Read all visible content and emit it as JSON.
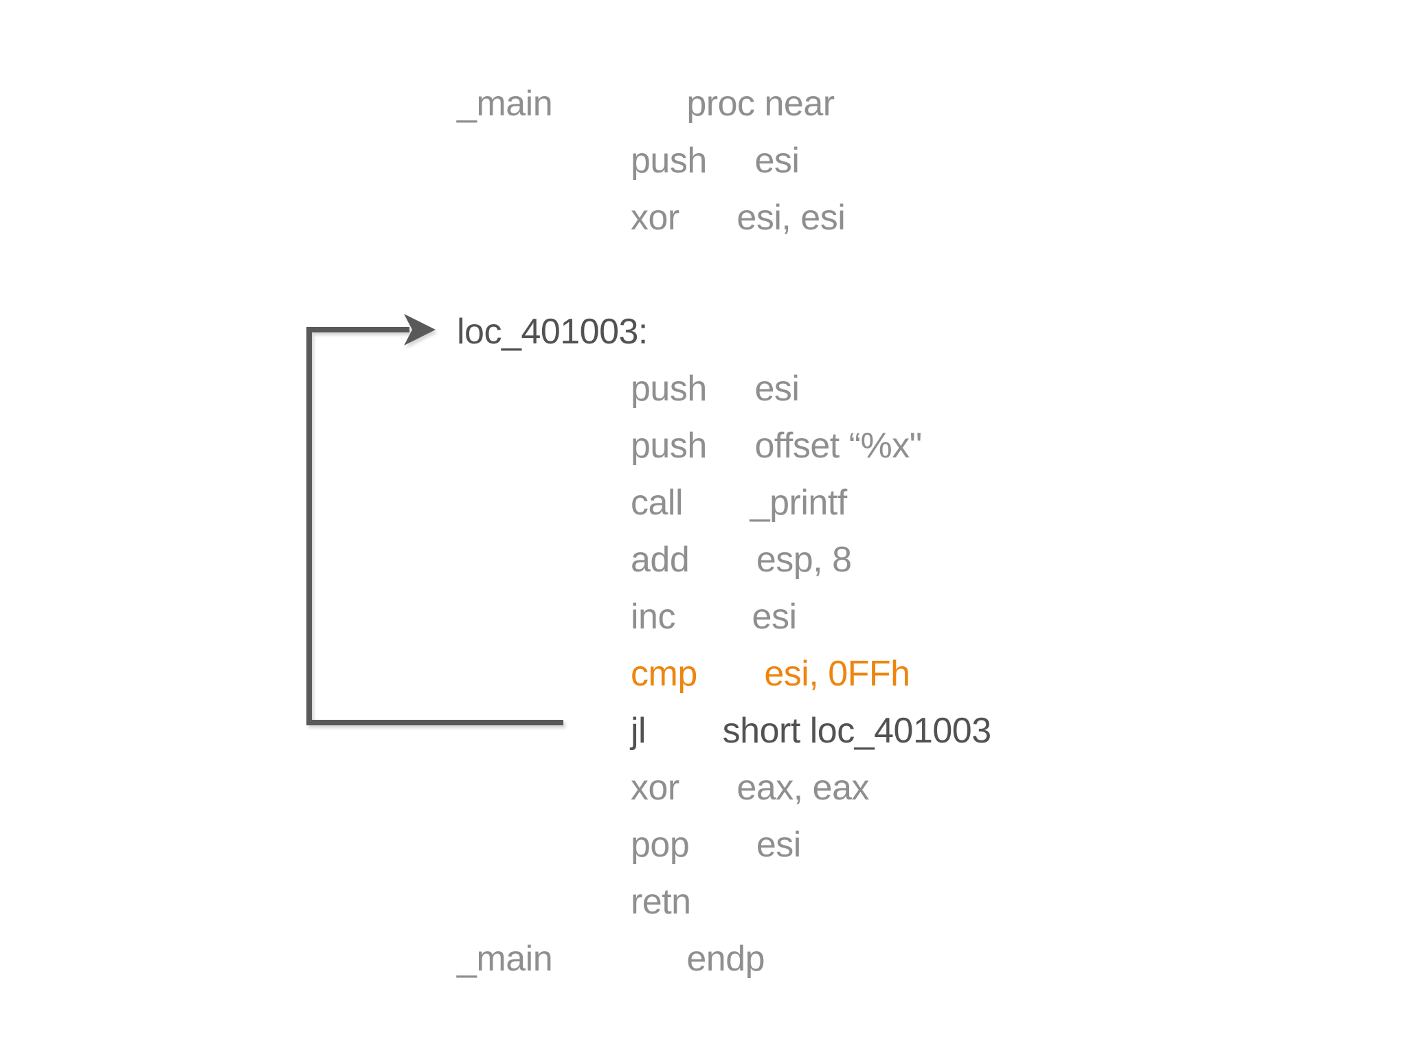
{
  "colors": {
    "bg": "#ffffff",
    "text_normal": "#8f8f8f",
    "text_emphasis": "#525252",
    "text_highlight": "#ed850e",
    "arrow": "#595959"
  },
  "listing": {
    "lines": [
      {
        "name": "line-main-proc",
        "indent": "label",
        "style": "normal",
        "text": "_main              proc near"
      },
      {
        "name": "line-push-esi-1",
        "indent": "instr",
        "style": "normal",
        "text": "push     esi"
      },
      {
        "name": "line-xor-esi",
        "indent": "instr",
        "style": "normal",
        "text": "xor      esi, esi"
      },
      {
        "name": "line-blank",
        "indent": "instr",
        "style": "normal",
        "text": ""
      },
      {
        "name": "line-loc-401003",
        "indent": "label",
        "style": "emphasis",
        "text": "loc_401003:"
      },
      {
        "name": "line-push-esi-2",
        "indent": "instr",
        "style": "normal",
        "text": "push     esi"
      },
      {
        "name": "line-push-offset",
        "indent": "instr",
        "style": "normal",
        "text": "push     offset “%x\""
      },
      {
        "name": "line-call-printf",
        "indent": "instr",
        "style": "normal",
        "text": "call       _printf"
      },
      {
        "name": "line-add-esp",
        "indent": "instr",
        "style": "normal",
        "text": "add       esp, 8"
      },
      {
        "name": "line-inc-esi",
        "indent": "instr",
        "style": "normal",
        "text": "inc        esi"
      },
      {
        "name": "line-cmp-esi",
        "indent": "instr",
        "style": "highlight",
        "text": "cmp       esi, 0FFh"
      },
      {
        "name": "line-jl-short",
        "indent": "instr",
        "style": "emphasis",
        "text": "jl        short loc_401003"
      },
      {
        "name": "line-xor-eax",
        "indent": "instr",
        "style": "normal",
        "text": "xor      eax, eax"
      },
      {
        "name": "line-pop-esi",
        "indent": "instr",
        "style": "normal",
        "text": "pop       esi"
      },
      {
        "name": "line-retn",
        "indent": "instr",
        "style": "normal",
        "text": "retn"
      },
      {
        "name": "line-main-endp",
        "indent": "label",
        "style": "normal",
        "text": "_main              endp"
      }
    ]
  }
}
